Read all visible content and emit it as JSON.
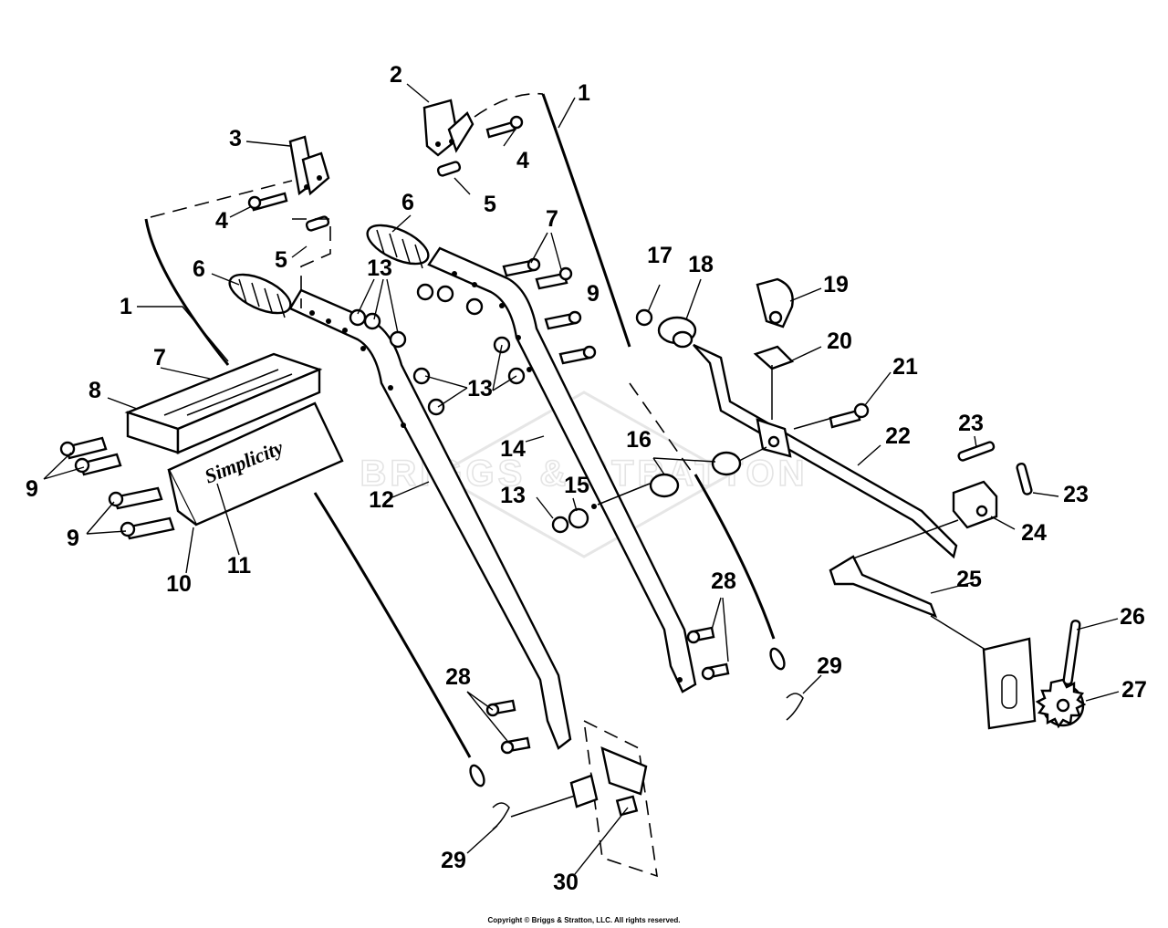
{
  "watermark": "BRIGGS & STRATTON",
  "brand_label": "Simplicity",
  "copyright": "Copyright © Briggs & Stratton, LLC. All rights reserved.",
  "callouts": [
    {
      "id": "c1a",
      "label": "1"
    },
    {
      "id": "c1b",
      "label": "1"
    },
    {
      "id": "c2",
      "label": "2"
    },
    {
      "id": "c3",
      "label": "3"
    },
    {
      "id": "c4a",
      "label": "4"
    },
    {
      "id": "c4b",
      "label": "4"
    },
    {
      "id": "c5a",
      "label": "5"
    },
    {
      "id": "c5b",
      "label": "5"
    },
    {
      "id": "c6a",
      "label": "6"
    },
    {
      "id": "c6b",
      "label": "6"
    },
    {
      "id": "c7a",
      "label": "7"
    },
    {
      "id": "c7b",
      "label": "7"
    },
    {
      "id": "c8",
      "label": "8"
    },
    {
      "id": "c9a",
      "label": "9"
    },
    {
      "id": "c9b",
      "label": "9"
    },
    {
      "id": "c9c",
      "label": "9"
    },
    {
      "id": "c10",
      "label": "10"
    },
    {
      "id": "c11",
      "label": "11"
    },
    {
      "id": "c12",
      "label": "12"
    },
    {
      "id": "c13a",
      "label": "13"
    },
    {
      "id": "c13b",
      "label": "13"
    },
    {
      "id": "c13c",
      "label": "13"
    },
    {
      "id": "c14",
      "label": "14"
    },
    {
      "id": "c15",
      "label": "15"
    },
    {
      "id": "c16",
      "label": "16"
    },
    {
      "id": "c17",
      "label": "17"
    },
    {
      "id": "c18",
      "label": "18"
    },
    {
      "id": "c19",
      "label": "19"
    },
    {
      "id": "c20",
      "label": "20"
    },
    {
      "id": "c21",
      "label": "21"
    },
    {
      "id": "c22",
      "label": "22"
    },
    {
      "id": "c23a",
      "label": "23"
    },
    {
      "id": "c23b",
      "label": "23"
    },
    {
      "id": "c24",
      "label": "24"
    },
    {
      "id": "c25",
      "label": "25"
    },
    {
      "id": "c26",
      "label": "26"
    },
    {
      "id": "c27",
      "label": "27"
    },
    {
      "id": "c28a",
      "label": "28"
    },
    {
      "id": "c28b",
      "label": "28"
    },
    {
      "id": "c29a",
      "label": "29"
    },
    {
      "id": "c29b",
      "label": "29"
    },
    {
      "id": "c30",
      "label": "30"
    }
  ]
}
